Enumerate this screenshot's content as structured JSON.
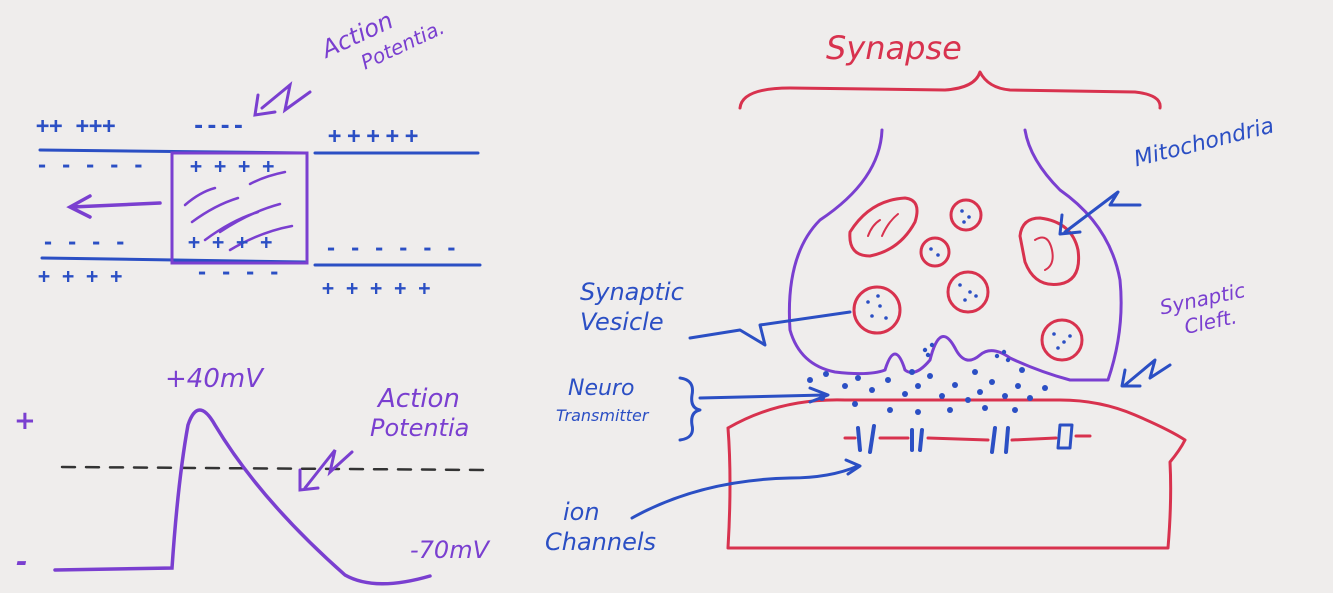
{
  "colors": {
    "paper": "#efedec",
    "blue_ink": "#2b4fc4",
    "purple_ink": "#7a3fd0",
    "red_ink": "#d8324e"
  },
  "axon": {
    "label_line1": "Action",
    "label_line2": "Potentia.",
    "top_outer_left": "++ +++",
    "top_outer_mid": "----",
    "top_outer_right": "+++++",
    "top_inner_left": "- - - - -",
    "top_inner_mid": "+ + + +",
    "bottom_inner_left": "- - - -",
    "bottom_inner_mid": "+ + + +",
    "bottom_inner_right": "- - - - - -",
    "bottom_outer_left": "+ + + +",
    "bottom_outer_mid": "- - - -",
    "bottom_outer_right": "+ + + + +"
  },
  "graph": {
    "peak_label": "+40mV",
    "rest_label": "-70mV",
    "plus_sign": "+",
    "minus_sign": "-",
    "label_line1": "Action",
    "label_line2": "Potentia"
  },
  "synapse": {
    "title": "Synapse",
    "mitochondria": "Mitochondria",
    "synaptic_vesicle_line1": "Synaptic",
    "synaptic_vesicle_line2": "Vesicle",
    "synaptic_cleft_line1": "Synaptic",
    "synaptic_cleft_line2": "Cleft.",
    "neuro_line1": "Neuro",
    "neuro_line2": "Transmitter",
    "ion_line1": "ion",
    "ion_line2": "Channels"
  }
}
